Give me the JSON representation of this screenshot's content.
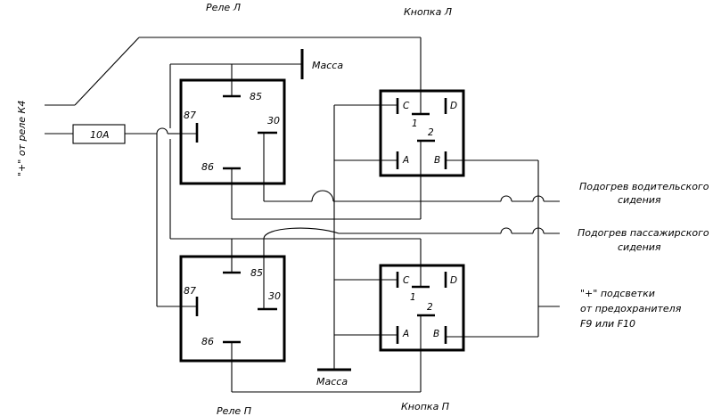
{
  "relay_left_title": "Реле Л",
  "relay_right_title": "Реле П",
  "button_left_title": "Кнопка Л",
  "button_right_title": "Кнопка П",
  "ground_top": "Масса",
  "ground_bottom": "Масса",
  "fuse_label": "10А",
  "source_label": "\"+\" от реле К4",
  "relay_pins": {
    "p85": "85",
    "p87": "87",
    "p30": "30",
    "p86": "86"
  },
  "button_pins": {
    "c": "C",
    "d": "D",
    "a": "A",
    "b": "B",
    "n1": "1",
    "n2": "2"
  },
  "driver_seat_line1": "Подогрев водительского",
  "driver_seat_line2": "сидения",
  "passenger_seat_line1": "Подогрев пассажирского",
  "passenger_seat_line2": "сидения",
  "backlight_line1": "\"+\" подсветки",
  "backlight_line2": "от предохранителя",
  "backlight_line3": "F9 или F10"
}
